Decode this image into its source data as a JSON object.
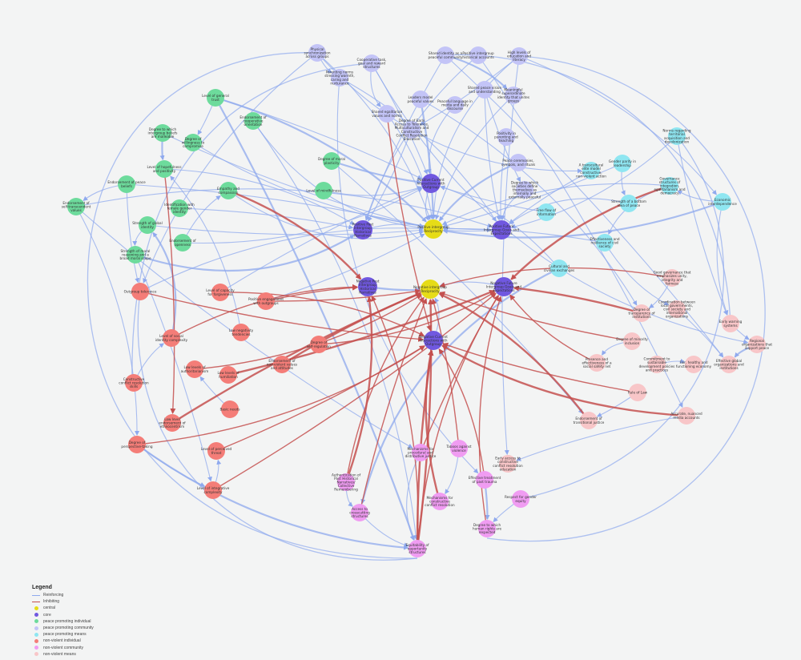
{
  "colors": {
    "Reinforcing": "#8fa9ee",
    "Inhibiting": "#c4504f",
    "central": "#e6dc17",
    "core": "#7058e0",
    "peace promoting individual": "#6ddb9c",
    "peace promoting community": "#c3c4f7",
    "peace promoting means": "#8fe6f1",
    "non-violent individual": "#f47d78",
    "non-violent community": "#f09cf2",
    "non-violent means": "#f8c6c8"
  },
  "legend": {
    "title": "Legend",
    "items": [
      {
        "label": "Reinforcing",
        "kind": "line"
      },
      {
        "label": "Inhibiting",
        "kind": "line"
      },
      {
        "label": "central",
        "kind": "dot"
      },
      {
        "label": "core",
        "kind": "dot"
      },
      {
        "label": "peace promoting individual",
        "kind": "dot"
      },
      {
        "label": "peace promoting community",
        "kind": "dot"
      },
      {
        "label": "peace promoting means",
        "kind": "dot"
      },
      {
        "label": "non-violent individual",
        "kind": "dot"
      },
      {
        "label": "non-violent community",
        "kind": "dot"
      },
      {
        "label": "non-violent means",
        "kind": "dot"
      }
    ]
  },
  "nodes": [
    {
      "id": "c1",
      "group": "central",
      "label": "Positive intergroup Reciprocity"
    },
    {
      "id": "c2",
      "group": "central",
      "label": "Negative intergroup Reciprocity"
    },
    {
      "id": "k1",
      "group": "core",
      "label": "Positive Current Interactions with Outgroup"
    },
    {
      "id": "k2",
      "group": "core",
      "label": "Positive Past Intergroup Historical Narratives"
    },
    {
      "id": "k3",
      "group": "core",
      "label": "Positive Future Intergroup Goals and Expectations"
    },
    {
      "id": "k4",
      "group": "core",
      "label": "Negative Past Intergroup Historical Narratives"
    },
    {
      "id": "k5",
      "group": "core",
      "label": "Negative Future Intergroup Goals and Expectations"
    },
    {
      "id": "k6",
      "group": "core",
      "label": "Negative Current Interactions with Outgroup"
    },
    {
      "id": "pi1",
      "group": "peace promoting individual",
      "label": "Level of general trust"
    },
    {
      "id": "pi2",
      "group": "peace promoting individual",
      "label": "Degree to which intergroup beliefs are malleable"
    },
    {
      "id": "pi3",
      "group": "peace promoting individual",
      "label": "Degree of willingness to compromise"
    },
    {
      "id": "pi4",
      "group": "peace promoting individual",
      "label": "Endorsement of cooperative orientation"
    },
    {
      "id": "pi5",
      "group": "peace promoting individual",
      "label": "Level of hopefulness and positivity"
    },
    {
      "id": "pi6",
      "group": "peace promoting individual",
      "label": "Endorsement of peace beliefs"
    },
    {
      "id": "pi7",
      "group": "peace promoting individual",
      "label": "Degree of moral plasticity"
    },
    {
      "id": "pi8",
      "group": "peace promoting individual",
      "label": "Level of mindfulness"
    },
    {
      "id": "pi9",
      "group": "peace promoting individual",
      "label": "Empathy and compassion"
    },
    {
      "id": "pi10",
      "group": "peace promoting individual",
      "label": "Endorsement of self-transcendent values"
    },
    {
      "id": "pi11",
      "group": "peace promoting individual",
      "label": "Identification with female gender identity"
    },
    {
      "id": "pi12",
      "group": "peace promoting individual",
      "label": "Strength of global identity"
    },
    {
      "id": "pi13",
      "group": "peace promoting individual",
      "label": "Endorsement of openness"
    },
    {
      "id": "pi14",
      "group": "peace promoting individual",
      "label": "Strength of moral reasoning and a broad moral scope"
    },
    {
      "id": "pc1",
      "group": "peace promoting community",
      "label": "Physical synchronization across groups"
    },
    {
      "id": "pc2",
      "group": "peace promoting community",
      "label": "Cooperative task, goal and reward structures"
    },
    {
      "id": "pc3",
      "group": "peace promoting community",
      "label": "Shared identity as a peaceful community"
    },
    {
      "id": "pc4",
      "group": "peace promoting community",
      "label": "Positive intergroup historical accounts"
    },
    {
      "id": "pc5",
      "group": "peace promoting community",
      "label": "High levels of education and literacy"
    },
    {
      "id": "pc6",
      "group": "peace promoting community",
      "label": "Parenting norms stressing warmth, caring and nurturance"
    },
    {
      "id": "pc7",
      "group": "peace promoting community",
      "label": "Leaders model peaceful values"
    },
    {
      "id": "pc8",
      "group": "peace promoting community",
      "label": "Shared peace vision and understanding"
    },
    {
      "id": "pc9",
      "group": "peace promoting community",
      "label": "Meaningful superordinate identity that unites groups"
    },
    {
      "id": "pc10",
      "group": "peace promoting community",
      "label": "Peaceful language in media and daily discourse"
    },
    {
      "id": "pc11",
      "group": "peace promoting community",
      "label": "Shared egalitarian values and norms"
    },
    {
      "id": "pc12",
      "group": "peace promoting community",
      "label": "Degree of Early Access to Tolerance, Multiculturalism and Constructive Conflict Resolution Education"
    },
    {
      "id": "pc13",
      "group": "peace promoting community",
      "label": "Positivity in parenting and teaching"
    },
    {
      "id": "pc14",
      "group": "peace promoting community",
      "label": "Peace ceremonies, symbols, and rituals"
    },
    {
      "id": "pc15",
      "group": "peace promoting community",
      "label": "Degree to which societies define themselves as internally and externally peaceful"
    },
    {
      "id": "pm1",
      "group": "peace promoting means",
      "label": "Norms regarding territorial acquisition and decolonization"
    },
    {
      "id": "pm2",
      "group": "peace promoting means",
      "label": "Gender parity in leadership"
    },
    {
      "id": "pm3",
      "group": "peace promoting means",
      "label": "A transcultural elite model constructive, non-violent action"
    },
    {
      "id": "pm4",
      "group": "peace promoting means",
      "label": "Governance structures of integration, egalitarianism and democracy"
    },
    {
      "id": "pm5",
      "group": "peace promoting means",
      "label": "Strength of a bottom idea of peace"
    },
    {
      "id": "pm6",
      "group": "peace promoting means",
      "label": "Economic interdependence"
    },
    {
      "id": "pm7",
      "group": "peace promoting means",
      "label": "Free flow of information"
    },
    {
      "id": "pm8",
      "group": "peace promoting means",
      "label": "Effectiveness and resilience of civil society"
    },
    {
      "id": "pm9",
      "group": "peace promoting means",
      "label": "Cultural and civilian exchanges"
    },
    {
      "id": "ni1",
      "group": "non-violent individual",
      "label": "Outgroup tolerance"
    },
    {
      "id": "ni2",
      "group": "non-violent individual",
      "label": "Level of capacity for forgiveness"
    },
    {
      "id": "ni3",
      "group": "non-violent individual",
      "label": "Positive engagement with outgroups"
    },
    {
      "id": "ni4",
      "group": "non-violent individual",
      "label": "Low negativity tendencies"
    },
    {
      "id": "ni5",
      "group": "non-violent individual",
      "label": "Level of social identity complexity"
    },
    {
      "id": "ni6",
      "group": "non-violent individual",
      "label": "Degree of self-regulation"
    },
    {
      "id": "ni7",
      "group": "non-violent individual",
      "label": "Endorsement of non-violent values and attitudes"
    },
    {
      "id": "ni8",
      "group": "non-violent individual",
      "label": "Low levels of authoritarianism"
    },
    {
      "id": "ni9",
      "group": "non-violent individual",
      "label": "Low levels of humiliation"
    },
    {
      "id": "ni10",
      "group": "non-violent individual",
      "label": "Constructive conflict resolution skills"
    },
    {
      "id": "ni11",
      "group": "non-violent individual",
      "label": "Basic needs"
    },
    {
      "id": "ni12",
      "group": "non-violent individual",
      "label": "Low level endorsement of ethnocentrism"
    },
    {
      "id": "ni13",
      "group": "non-violent individual",
      "label": "Degree of perspective-taking"
    },
    {
      "id": "ni14",
      "group": "non-violent individual",
      "label": "Level of perceived threat"
    },
    {
      "id": "ni15",
      "group": "non-violent individual",
      "label": "Level of integrative complexity"
    },
    {
      "id": "nc1",
      "group": "non-violent community",
      "label": "Mechanisms for procedural and distributive justice"
    },
    {
      "id": "nc2",
      "group": "non-violent community",
      "label": "Taboos against violence"
    },
    {
      "id": "nc3",
      "group": "non-violent community",
      "label": "Authentication of Past Historical Narratives/ Collective Remembering"
    },
    {
      "id": "nc4",
      "group": "non-violent community",
      "label": "Effective treatment of past trauma"
    },
    {
      "id": "nc5",
      "group": "non-violent community",
      "label": "Mechanisms for constructive conflict resolution"
    },
    {
      "id": "nc6",
      "group": "non-violent community",
      "label": "Respect for gender equity"
    },
    {
      "id": "nc7",
      "group": "non-violent community",
      "label": "Access to crosscutting structures"
    },
    {
      "id": "nc8",
      "group": "non-violent community",
      "label": "Degree to which human rights are respected"
    },
    {
      "id": "nc9",
      "group": "non-violent community",
      "label": "Equitability of opportunity structures"
    },
    {
      "id": "nm1",
      "group": "non-violent means",
      "label": "Good governance that emphasizes unity, integrity and fairness"
    },
    {
      "id": "nm2",
      "group": "non-violent means",
      "label": "Degree of transparency of institutions"
    },
    {
      "id": "nm3",
      "group": "non-violent means",
      "label": "Coordination between local governments, civil society and international organizations"
    },
    {
      "id": "nm4",
      "group": "non-violent means",
      "label": "Early warning systems"
    },
    {
      "id": "nm5",
      "group": "non-violent means",
      "label": "Regional organizations that support peace"
    },
    {
      "id": "nm6",
      "group": "non-violent means",
      "label": "Degree of minority inclusion"
    },
    {
      "id": "nm7",
      "group": "non-violent means",
      "label": "Presence and effectiveness of a social safety net"
    },
    {
      "id": "nm8",
      "group": "non-violent means",
      "label": "Commitment to sustainable development policies and practices"
    },
    {
      "id": "nm9",
      "group": "non-violent means",
      "label": "Fair, healthy and functioning economy"
    },
    {
      "id": "nm10",
      "group": "non-violent means",
      "label": "Effective global organizations and institutions"
    },
    {
      "id": "nm11",
      "group": "non-violent means",
      "label": "Rule of Law"
    },
    {
      "id": "nm12",
      "group": "non-violent means",
      "label": "Accurate, nuanced media accounts"
    },
    {
      "id": "nm13",
      "group": "non-violent means",
      "label": "Endorsement of transitional justice"
    },
    {
      "id": "nm14",
      "group": "non-violent means",
      "label": "Early access to constructive conflict resolution education"
    }
  ],
  "inhibiting_edges": [
    [
      "pi9",
      "k4"
    ],
    [
      "ni3",
      "k4"
    ],
    [
      "ni3",
      "c2"
    ],
    [
      "nc3",
      "k4"
    ],
    [
      "nc3",
      "c2"
    ],
    [
      "nc7",
      "c2"
    ],
    [
      "nc9",
      "c2"
    ],
    [
      "nc9",
      "k4"
    ],
    [
      "nc9",
      "k5"
    ],
    [
      "nc9",
      "k6"
    ],
    [
      "ni15",
      "k5"
    ],
    [
      "ni13",
      "k6"
    ],
    [
      "nc5",
      "k6"
    ],
    [
      "nc1",
      "k5"
    ],
    [
      "nc2",
      "c2"
    ],
    [
      "nm13",
      "c2"
    ],
    [
      "nm7",
      "k5"
    ],
    [
      "nm6",
      "c2"
    ],
    [
      "nm2",
      "k5"
    ],
    [
      "nm1",
      "c2"
    ],
    [
      "ni2",
      "k6"
    ],
    [
      "ni7",
      "c2"
    ],
    [
      "ni14",
      "k6"
    ],
    [
      "ni8",
      "c2"
    ],
    [
      "nm12",
      "k6"
    ],
    [
      "pi5",
      "ni12"
    ],
    [
      "pc11",
      "k6"
    ],
    [
      "pm4",
      "k5"
    ],
    [
      "ni5",
      "k4"
    ],
    [
      "nm11",
      "k6"
    ],
    [
      "ni9",
      "k5"
    ],
    [
      "nc4",
      "k6"
    ],
    [
      "nc8",
      "k5"
    ],
    [
      "ni12",
      "c2"
    ],
    [
      "ni1",
      "k6"
    ],
    [
      "ni6",
      "k5"
    ]
  ],
  "reinforcing_edges": [
    [
      "pi1",
      "c1"
    ],
    [
      "pi1",
      "k1"
    ],
    [
      "pi2",
      "c1"
    ],
    [
      "pi3",
      "k3"
    ],
    [
      "pi4",
      "c1"
    ],
    [
      "pi5",
      "k2"
    ],
    [
      "pi6",
      "c1"
    ],
    [
      "pi7",
      "k1"
    ],
    [
      "pi8",
      "k1"
    ],
    [
      "pi9",
      "c1"
    ],
    [
      "pi10",
      "k3"
    ],
    [
      "pi11",
      "k2"
    ],
    [
      "pi12",
      "c1"
    ],
    [
      "pi13",
      "k1"
    ],
    [
      "pi14",
      "k2"
    ],
    [
      "pc1",
      "c1"
    ],
    [
      "pc2",
      "k1"
    ],
    [
      "pc3",
      "k2"
    ],
    [
      "pc4",
      "k2"
    ],
    [
      "pc5",
      "c1"
    ],
    [
      "pc6",
      "k3"
    ],
    [
      "pc7",
      "c1"
    ],
    [
      "pc8",
      "k3"
    ],
    [
      "pc9",
      "c1"
    ],
    [
      "pc10",
      "k1"
    ],
    [
      "pc11",
      "c1"
    ],
    [
      "pc12",
      "k2"
    ],
    [
      "pc13",
      "k3"
    ],
    [
      "pc14",
      "c1"
    ],
    [
      "pc15",
      "k3"
    ],
    [
      "pm1",
      "k3"
    ],
    [
      "pm2",
      "c1"
    ],
    [
      "pm3",
      "k3"
    ],
    [
      "pm4",
      "c1"
    ],
    [
      "pm5",
      "k3"
    ],
    [
      "pm6",
      "c1"
    ],
    [
      "pm7",
      "k1"
    ],
    [
      "pm8",
      "c1"
    ],
    [
      "pm9",
      "k1"
    ],
    [
      "k1",
      "c1"
    ],
    [
      "k2",
      "c1"
    ],
    [
      "k3",
      "c1"
    ],
    [
      "k4",
      "c2"
    ],
    [
      "k5",
      "c2"
    ],
    [
      "k6",
      "c2"
    ],
    [
      "ni1",
      "c1"
    ],
    [
      "ni2",
      "k1"
    ],
    [
      "ni3",
      "c1"
    ],
    [
      "ni4",
      "pi5"
    ],
    [
      "ni5",
      "pi12"
    ],
    [
      "ni10",
      "ni5"
    ],
    [
      "ni11",
      "ni8"
    ],
    [
      "ni13",
      "ni15"
    ],
    [
      "ni15",
      "ni14"
    ],
    [
      "nc1",
      "nc9"
    ],
    [
      "nc2",
      "nc5"
    ],
    [
      "nc4",
      "nc8"
    ],
    [
      "nc6",
      "nc8"
    ],
    [
      "nc7",
      "nc9"
    ],
    [
      "nc3",
      "nc7"
    ],
    [
      "nm1",
      "nm2"
    ],
    [
      "nm3",
      "nm10"
    ],
    [
      "nm4",
      "nm5"
    ],
    [
      "nm5",
      "nm10"
    ],
    [
      "nm6",
      "nm7"
    ],
    [
      "nm8",
      "nm9"
    ],
    [
      "nm11",
      "nm13"
    ],
    [
      "nm12",
      "nm14"
    ],
    [
      "pc1",
      "pc6"
    ],
    [
      "pc2",
      "pc11"
    ],
    [
      "pc3",
      "pc9"
    ],
    [
      "pc5",
      "pc12"
    ],
    [
      "pc8",
      "pc15"
    ],
    [
      "pm2",
      "pm5"
    ],
    [
      "pm4",
      "pm8"
    ],
    [
      "pm6",
      "pm4"
    ],
    [
      "pi1",
      "pi3"
    ],
    [
      "pi2",
      "pi5"
    ],
    [
      "pi6",
      "pi10"
    ],
    [
      "pi12",
      "pi14"
    ],
    [
      "pi13",
      "pi9"
    ],
    [
      "pc4",
      "nm12"
    ],
    [
      "pc5",
      "nm14"
    ],
    [
      "pm8",
      "nm3"
    ],
    [
      "pm9",
      "nc7"
    ],
    [
      "pi10",
      "ni13"
    ],
    [
      "pi14",
      "ni15"
    ],
    [
      "pi6",
      "ni1"
    ],
    [
      "pc1",
      "ni1"
    ],
    [
      "pc1",
      "pm3"
    ],
    [
      "pc5",
      "pm6"
    ],
    [
      "pi1",
      "nc9"
    ],
    [
      "pi10",
      "nc1"
    ],
    [
      "pm6",
      "nm4"
    ],
    [
      "pc2",
      "nm5"
    ],
    [
      "pi4",
      "nc9"
    ],
    [
      "pc3",
      "nm10"
    ],
    [
      "pm1",
      "nm4"
    ],
    [
      "ni13",
      "nc9"
    ],
    [
      "pc6",
      "nc4"
    ],
    [
      "pc7",
      "nm2"
    ],
    [
      "pi7",
      "nm13"
    ]
  ]
}
